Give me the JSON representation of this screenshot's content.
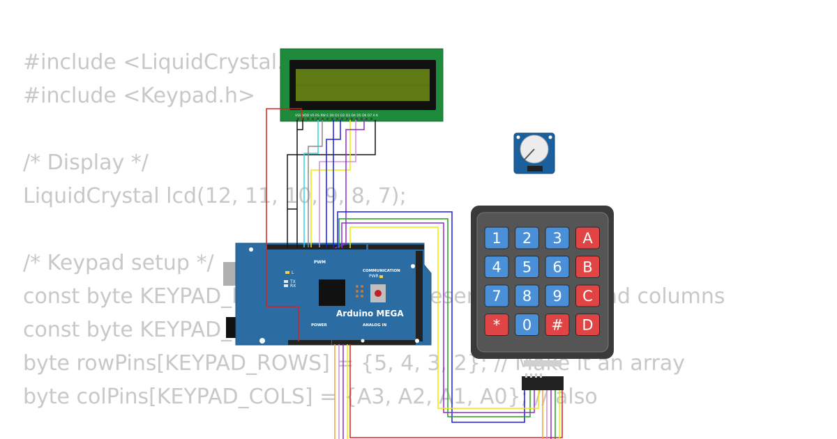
{
  "code_lines": [
    "#include <LiquidCrystal.h>",
    "#include <Keypad.h>",
    "",
    "/* Display */",
    "LiquidCrystal lcd(12, 11, 10, 9, 8, 7);",
    "",
    "/* Keypad setup */",
    "const byte KEYPAD_ROWS = 4;  // Represent the rows and columns",
    "const byte KEYPAD_COLS = 4;",
    "byte rowPins[KEYPAD_ROWS] = {5, 4, 3, 2}; // Make it an array",
    "byte colPins[KEYPAD_COLS] = {A3, A2, A1, A0}; // also"
  ],
  "board": {
    "name": "Arduino MEGA",
    "pwm_label": "PWM",
    "communication_label": "COMMUNICATION",
    "power_label": "POWER",
    "analog_label": "ANALOG IN",
    "led_l": "L",
    "led_tx": "TX",
    "led_rx": "RX",
    "pwr_label": "PWR"
  },
  "lcd_pins_label": "VSS VDD V0 RS RW E D0 D1 D2 D3 D4 D5 D6 D7 A K",
  "keypad": {
    "rows": [
      [
        "1",
        "2",
        "3",
        "A"
      ],
      [
        "4",
        "5",
        "6",
        "B"
      ],
      [
        "7",
        "8",
        "9",
        "C"
      ],
      [
        "*",
        "0",
        "#",
        "D"
      ]
    ]
  },
  "colors": {
    "board": "#2b6ca3",
    "lcd_pcb": "#1e8a3c",
    "lcd_screen": "#5f7a12",
    "keypad_body": "#3a3a3a",
    "key_number": "#4a90d9",
    "key_letter": "#e04444",
    "code_text": "#c8c8c8",
    "wire_red": "#d9201a",
    "wire_black": "#111111",
    "wire_cyan": "#33d6e0",
    "wire_yellow": "#f2e800",
    "wire_blue": "#1a1ae0",
    "wire_purple": "#8e2bc8",
    "wire_green": "#1fa01f",
    "wire_violet": "#d48ae0",
    "wire_orange": "#f0a040"
  }
}
